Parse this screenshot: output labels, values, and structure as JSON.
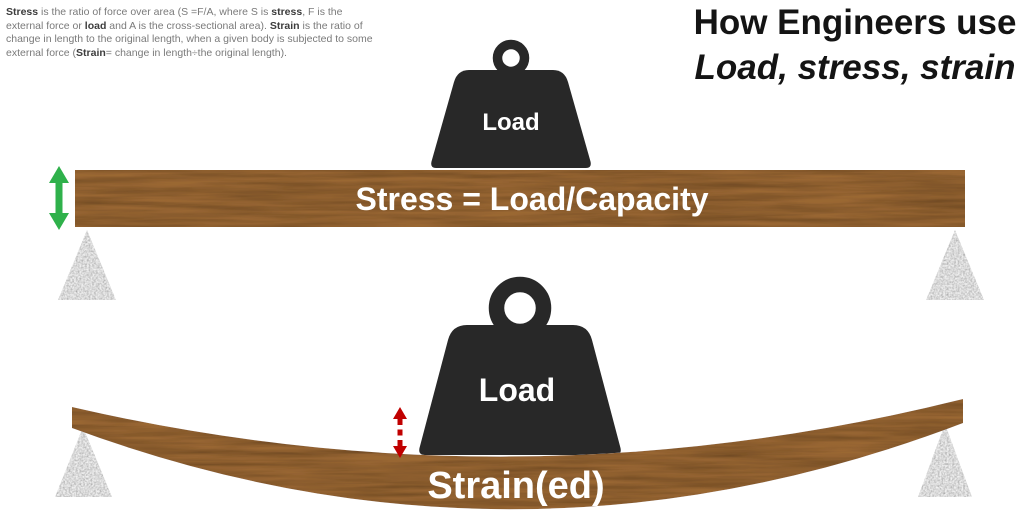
{
  "definition": {
    "segments": [
      {
        "text": "Stress",
        "bold": true
      },
      {
        "text": " is the ratio of force over area (S =F/A, where S is ",
        "bold": false
      },
      {
        "text": "stress",
        "bold": true
      },
      {
        "text": ", F is the external force or ",
        "bold": false
      },
      {
        "text": "load",
        "bold": true
      },
      {
        "text": " and A is the cross-sectional area).  ",
        "bold": false
      },
      {
        "text": "Strain",
        "bold": true
      },
      {
        "text": " is the ratio of change in length to the original length, when a given body is subjected to some external force (",
        "bold": false
      },
      {
        "text": "Strain",
        "bold": true
      },
      {
        "text": "= change in length÷the original length).",
        "bold": false
      }
    ]
  },
  "title": {
    "line1": "How Engineers use",
    "line2": "Load, stress, strain"
  },
  "stress_diagram": {
    "load_label": "Load",
    "beam_label": "Stress = Load/Capacity",
    "arrow_icon": "green-double-vertical-arrow",
    "beam_style": "straight-wood-beam",
    "supports": "granite-triangle-supports"
  },
  "strain_diagram": {
    "load_label": "Load",
    "beam_label": "Strain(ed)",
    "arrow_icon": "red-dashed-double-vertical-arrow",
    "beam_style": "bent-sagging-wood-beam",
    "supports": "granite-triangle-supports"
  },
  "colors": {
    "wood_base": "#9a6733",
    "weight": "#282828",
    "green_arrow": "#2fb14b",
    "red_arrow": "#c00000",
    "granite": "#f0f0f0",
    "title_text": "#141414",
    "definition_text": "#7a7a7a",
    "beam_text": "#ffffff"
  }
}
